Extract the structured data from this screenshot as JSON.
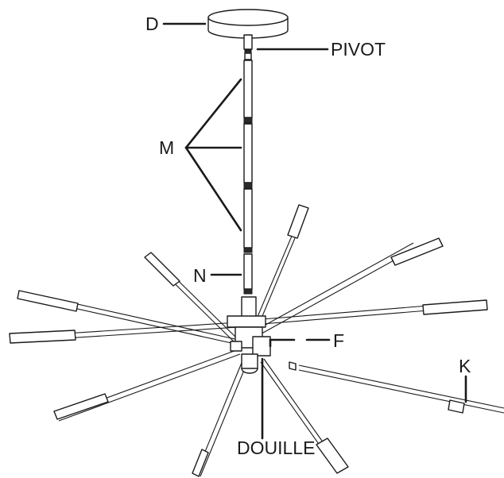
{
  "labels": {
    "canopy": "D",
    "pivot": "PIVOT",
    "rods": "M",
    "short_rod": "N",
    "part_f": "F",
    "arm": "K",
    "socket": "DOUILLE"
  },
  "colors": {
    "line": "#1a1a1a",
    "background": "#ffffff"
  }
}
